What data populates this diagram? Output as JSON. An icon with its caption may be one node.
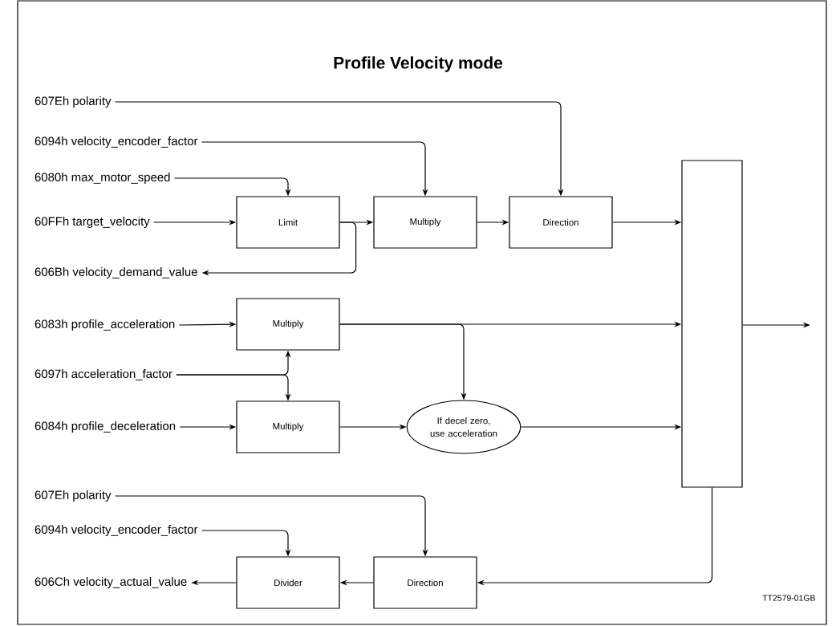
{
  "diagram": {
    "title": "Profile Velocity mode",
    "nodes": [
      {
        "text": [
          "607Eh polarity"
        ]
      },
      {
        "text": [
          "6094h velocity_encoder_factor"
        ]
      },
      {
        "text": [
          "6080h max_motor_speed"
        ]
      },
      {
        "text": [
          "60FFh target_velocity"
        ]
      },
      {
        "text": [
          "Limit"
        ]
      },
      {
        "text": [
          "Multiply"
        ]
      },
      {
        "text": [
          "Direction"
        ]
      },
      {
        "text": [],
        "shape": "box"
      },
      {
        "text": [
          "606Bh velocity_demand_value"
        ]
      },
      {
        "text": [
          "6083h profile_acceleration"
        ]
      },
      {
        "text": [
          "Multiply"
        ]
      },
      {
        "text": [
          "6097h acceleration_factor"
        ]
      },
      {
        "text": [
          "6084h profile_deceleration"
        ]
      },
      {
        "text": [
          "Multiply"
        ]
      },
      {
        "text": [
          "If decel zero, use acceleration"
        ]
      },
      {
        "text": [
          "607Eh polarity"
        ]
      },
      {
        "text": [
          "6094h velocity_encoder_factor"
        ]
      },
      {
        "text": [
          "606Ch velocity_actual_value"
        ]
      },
      {
        "text": [
          "Divider"
        ]
      },
      {
        "text": [
          "Direction"
        ]
      }
    ],
    "edges": [
      {
        "from": 0,
        "to": 6,
        "arrow": "to"
      },
      {
        "from": 1,
        "to": 5,
        "arrow": "to"
      },
      {
        "from": 2,
        "to": 4,
        "arrow": "to"
      },
      {
        "from": 3,
        "to": 4,
        "arrow": "to"
      },
      {
        "from": 4,
        "to": 5,
        "arrow": "to"
      },
      {
        "from": 4,
        "to": 8,
        "arrow": "to"
      },
      {
        "from": 5,
        "to": 6,
        "arrow": "to"
      },
      {
        "from": 6,
        "to": 7,
        "arrow": "to"
      },
      {
        "from": 9,
        "to": 10,
        "arrow": "to"
      },
      {
        "from": 10,
        "to": 7,
        "arrow": "to"
      },
      {
        "from": 10,
        "to": 14,
        "arrow": "to"
      },
      {
        "from": 11,
        "to": 10,
        "arrow": "to"
      },
      {
        "from": 11,
        "to": 13,
        "arrow": "to"
      },
      {
        "from": 12,
        "to": 13,
        "arrow": "to"
      },
      {
        "from": 13,
        "to": 14,
        "arrow": "to"
      },
      {
        "from": 14,
        "to": 7,
        "arrow": "to"
      },
      {
        "from": 7,
        "to": 19,
        "arrow": "to"
      },
      {
        "from": 15,
        "to": 19,
        "arrow": "to"
      },
      {
        "from": 16,
        "to": 18,
        "arrow": "to"
      },
      {
        "from": 19,
        "to": 18,
        "arrow": "to"
      },
      {
        "from": 18,
        "to": 17,
        "arrow": "to"
      },
      {
        "from": 7,
        "to": null,
        "arrow": "to"
      }
    ],
    "labels": [
      "TT2579-01GB"
    ]
  }
}
